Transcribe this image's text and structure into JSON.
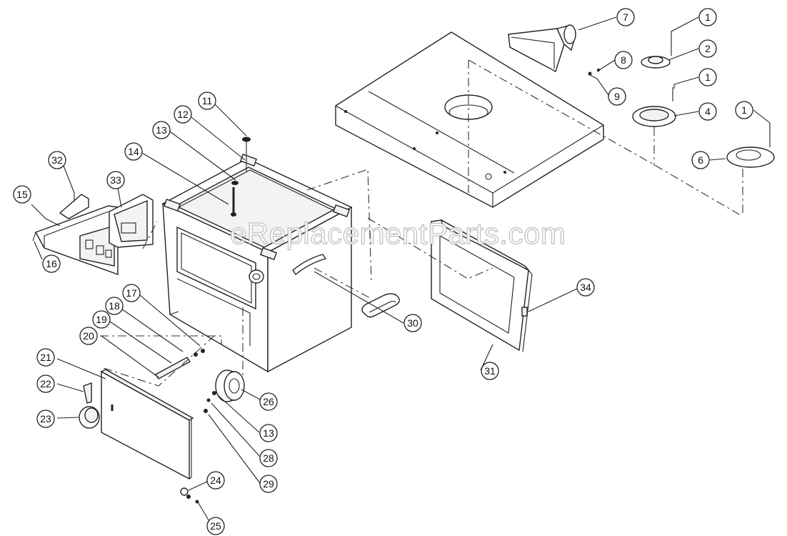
{
  "watermark": "eReplacementParts.com",
  "callouts": [
    "1",
    "2",
    "1",
    "4",
    "1",
    "6",
    "7",
    "8",
    "9",
    "11",
    "12",
    "13",
    "14",
    "15",
    "16",
    "17",
    "18",
    "19",
    "20",
    "21",
    "22",
    "23",
    "24",
    "25",
    "26",
    "13",
    "28",
    "29",
    "30",
    "31",
    "32",
    "33",
    "34"
  ]
}
